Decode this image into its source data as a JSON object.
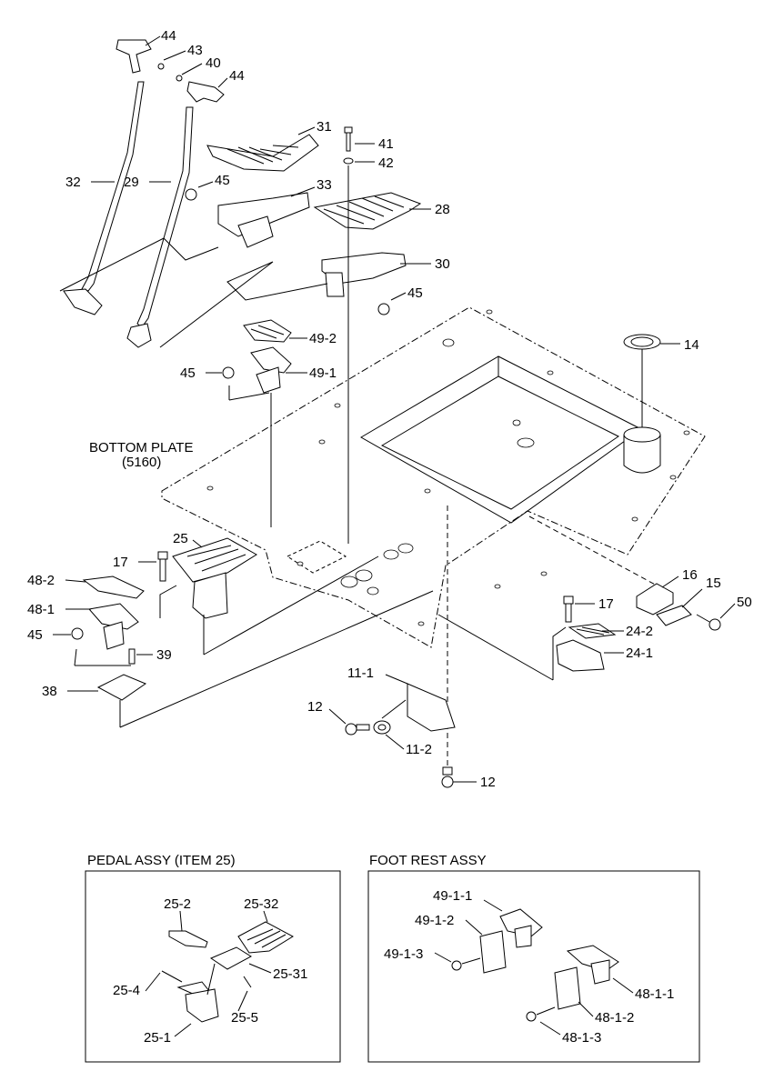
{
  "bottom_plate": {
    "title": "BOTTOM PLATE",
    "code": "(5160)"
  },
  "callouts": {
    "c44a": "44",
    "c43": "43",
    "c40": "40",
    "c44b": "44",
    "c31": "31",
    "c41": "41",
    "c42": "42",
    "c32": "32",
    "c29": "29",
    "c45a": "45",
    "c33": "33",
    "c28": "28",
    "c30": "30",
    "c45b": "45",
    "c14": "14",
    "c49_2": "49-2",
    "c45c": "45",
    "c49_1": "49-1",
    "c25": "25",
    "c17a": "17",
    "c48_2": "48-2",
    "c16": "16",
    "c15": "15",
    "c48_1": "48-1",
    "c17b": "17",
    "c50": "50",
    "c24_2": "24-2",
    "c45d": "45",
    "c39": "39",
    "c24_1": "24-1",
    "c38": "38",
    "c11_1": "11-1",
    "c12a": "12",
    "c11_2": "11-2",
    "c12b": "12"
  },
  "pedal_assy": {
    "title": "PEDAL ASSY (ITEM 25)",
    "labels": {
      "p25_2": "25-2",
      "p25_32": "25-32",
      "p25_31": "25-31",
      "p25_4": "25-4",
      "p25_5": "25-5",
      "p25_1": "25-1"
    }
  },
  "foot_rest_assy": {
    "title": "FOOT REST ASSY",
    "labels": {
      "f49_1_1": "49-1-1",
      "f49_1_2": "49-1-2",
      "f49_1_3": "49-1-3",
      "f48_1_1": "48-1-1",
      "f48_1_2": "48-1-2",
      "f48_1_3": "48-1-3"
    }
  }
}
